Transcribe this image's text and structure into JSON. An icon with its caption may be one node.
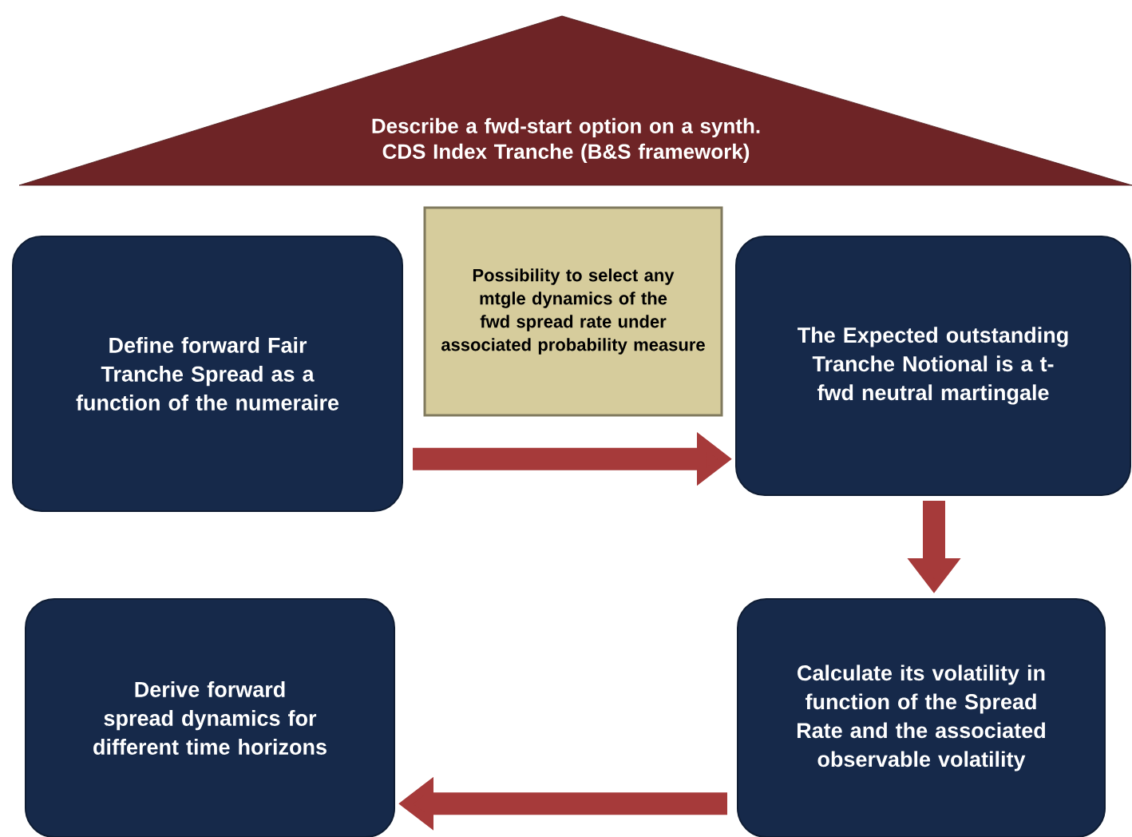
{
  "diagram": {
    "nodes": [
      {
        "text": [
          "Describe a fwd-start option on a synth. CDS Index Tranche (B&S framework)"
        ]
      },
      {
        "text": [
          "Define forward Fair Tranche Spread as a function of the numeraire"
        ]
      },
      {
        "text": [
          "Possibility to select any mtgle dynamics of the fwd spread rate  under associated probability measure"
        ]
      },
      {
        "text": [
          "The Expected outstanding Tranche Notional is a t-fwd neutral martingale"
        ]
      },
      {
        "text": [
          "Calculate its volatility in function of the Spread Rate and the associated observable volatility"
        ]
      },
      {
        "text": [
          "Derive forward spread dynamics for different time horizons"
        ]
      }
    ],
    "edges": [
      {
        "from": 1,
        "to": 3,
        "arrow": "to"
      },
      {
        "from": 3,
        "to": 4,
        "arrow": "to"
      },
      {
        "from": 4,
        "to": 5,
        "arrow": "to"
      }
    ]
  }
}
